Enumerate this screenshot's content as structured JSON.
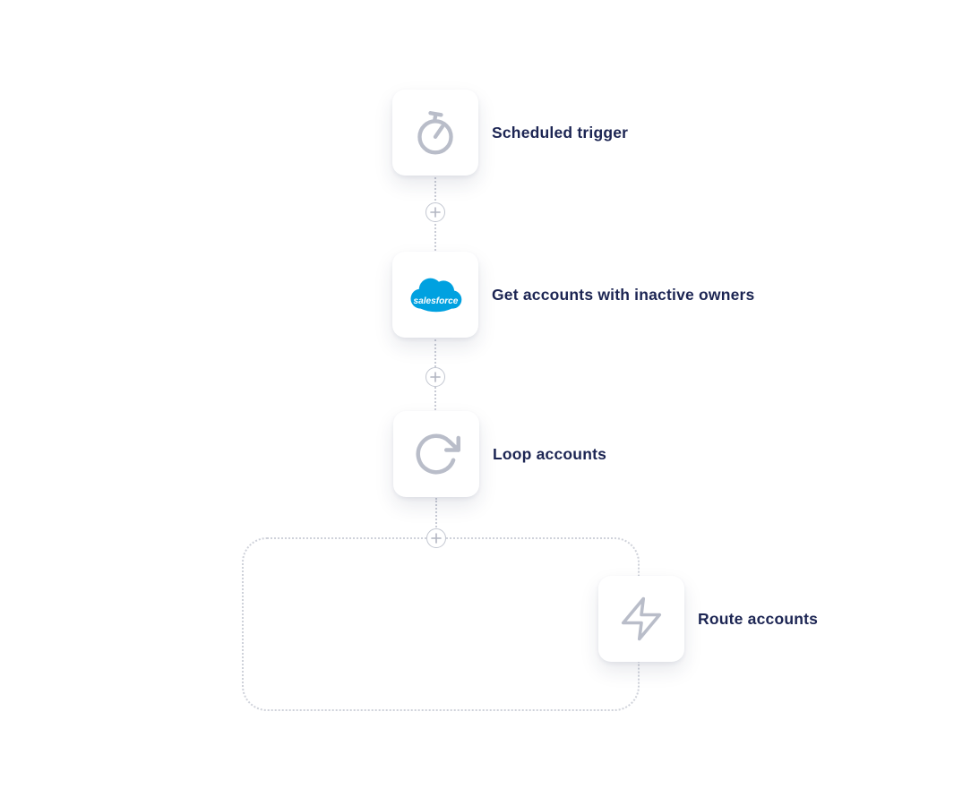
{
  "workflow": {
    "nodes": [
      {
        "id": "scheduled-trigger",
        "label": "Scheduled trigger",
        "icon": "stopwatch-icon"
      },
      {
        "id": "get-accounts",
        "label": "Get accounts with inactive owners",
        "icon": "salesforce-icon",
        "logo_text": "salesforce"
      },
      {
        "id": "loop-accounts",
        "label": "Loop accounts",
        "icon": "loop-icon"
      },
      {
        "id": "route-accounts",
        "label": "Route accounts",
        "icon": "bolt-icon"
      }
    ],
    "add_buttons": [
      {
        "id": "add-after-trigger"
      },
      {
        "id": "add-after-get-accounts"
      },
      {
        "id": "add-inside-loop"
      }
    ]
  },
  "colors": {
    "background": "#ffffff",
    "label_text": "#1c2553",
    "icon_gray": "#b9bdc9",
    "connector": "#c9ccd6",
    "salesforce_blue": "#00a1e0",
    "card_bg": "#ffffff"
  }
}
